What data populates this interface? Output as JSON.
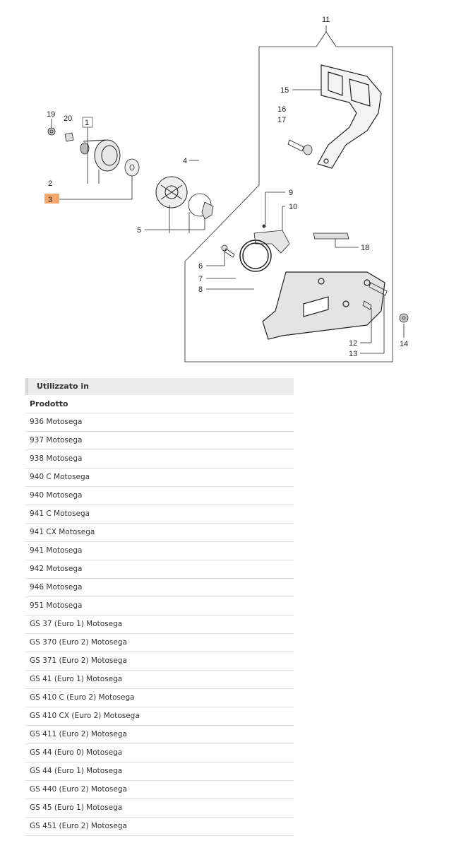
{
  "diagram": {
    "callouts": {
      "c1": "1",
      "c2": "2",
      "c3": "3",
      "c4": "4",
      "c5": "5",
      "c6": "6",
      "c7": "7",
      "c8": "8",
      "c9": "9",
      "c10": "10",
      "c11": "11",
      "c12": "12",
      "c13": "13",
      "c14": "14",
      "c15": "15",
      "c16": "16",
      "c17": "17",
      "c18": "18",
      "c19": "19",
      "c20": "20"
    },
    "highlight_color": "#f7a76c",
    "highlighted_callout": "3"
  },
  "usage": {
    "header": "Utilizzato in",
    "column": "Prodotto",
    "rows": [
      "936 Motosega",
      "937 Motosega",
      "938 Motosega",
      "940 C Motosega",
      "940 Motosega",
      "941 C Motosega",
      "941 CX Motosega",
      "941 Motosega",
      "942 Motosega",
      "946 Motosega",
      "951 Motosega",
      "GS 37 (Euro 1) Motosega",
      "GS 370 (Euro 2) Motosega",
      "GS 371 (Euro 2) Motosega",
      "GS 41 (Euro 1) Motosega",
      "GS 410 C (Euro 2) Motosega",
      "GS 410 CX (Euro 2) Motosega",
      "GS 411 (Euro 2) Motosega",
      "GS 44 (Euro 0) Motosega",
      "GS 44 (Euro 1) Motosega",
      "GS 440 (Euro 2) Motosega",
      "GS 45 (Euro 1) Motosega",
      "GS 451 (Euro 2) Motosega"
    ]
  }
}
